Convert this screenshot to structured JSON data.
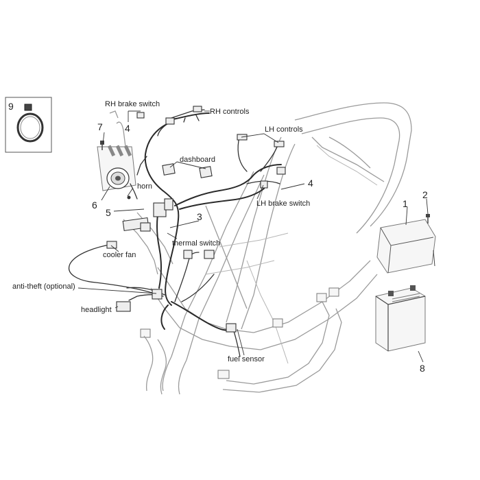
{
  "labels": {
    "rh_brake_switch": "RH brake switch",
    "rh_controls": "RH controls",
    "lh_controls": "LH controls",
    "dashboard": "dashboard",
    "horn": "horn",
    "lh_brake_switch": "LH brake switch",
    "thermal_switch": "thermal switch",
    "cooler_fan": "cooler fan",
    "anti_theft": "anti-theft (optional)",
    "headlight": "headlight",
    "fuel_sensor": "fuel sensor"
  },
  "callouts": {
    "n1": "1",
    "n2": "2",
    "n3": "3",
    "n4a": "4",
    "n4b": "4",
    "n5": "5",
    "n6": "6",
    "n7": "7",
    "n8": "8",
    "n9": "9"
  }
}
